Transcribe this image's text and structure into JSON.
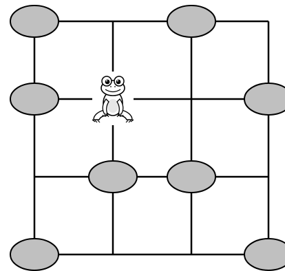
{
  "diagram": {
    "type": "grid-graph",
    "columns": 4,
    "rows": 4,
    "edge_color": "#000000",
    "node_fill": "#c0c0c0",
    "node_stroke": "#000000",
    "nodes": [
      {
        "id": "n-top-left",
        "col": 0,
        "row": 0
      },
      {
        "id": "n-top-midright",
        "col": 2,
        "row": 0
      },
      {
        "id": "n-midtop-left",
        "col": 0,
        "row": 1
      },
      {
        "id": "n-midtop-right",
        "col": 3,
        "row": 1
      },
      {
        "id": "n-midbottom-midleft",
        "col": 1,
        "row": 2
      },
      {
        "id": "n-midbottom-midright",
        "col": 2,
        "row": 2
      },
      {
        "id": "n-bottom-left",
        "col": 0,
        "row": 3
      },
      {
        "id": "n-bottom-right",
        "col": 3,
        "row": 3
      }
    ],
    "frog": {
      "col": 1,
      "row": 1,
      "icon": "frog-icon"
    }
  }
}
